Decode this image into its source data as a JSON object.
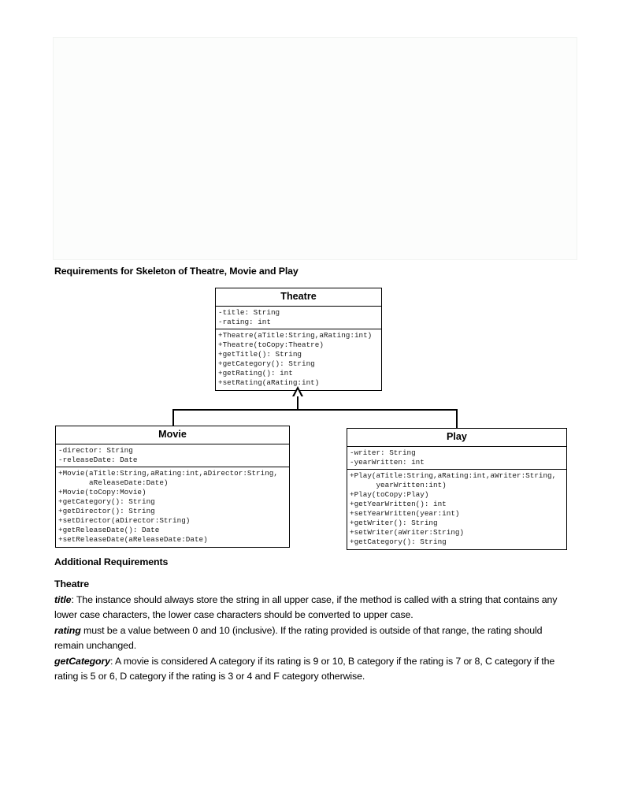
{
  "document": {
    "heading": "Requirements for Skeleton of Theatre, Movie and Play",
    "additional_heading": "Additional Requirements",
    "theatre_subheading": "Theatre"
  },
  "diagram": {
    "type": "uml-class-diagram",
    "relationship": "generalization",
    "classes": {
      "theatre": {
        "name": "Theatre",
        "attributes": [
          "-title: String",
          "-rating: int"
        ],
        "methods": [
          "+Theatre(aTitle:String,aRating:int)",
          "+Theatre(toCopy:Theatre)",
          "+getTitle(): String",
          "+getCategory(): String",
          "+getRating(): int",
          "+setRating(aRating:int)"
        ]
      },
      "movie": {
        "name": "Movie",
        "attributes": [
          "-director: String",
          "-releaseDate: Date"
        ],
        "methods": [
          "+Movie(aTitle:String,aRating:int,aDirector:String,",
          "       aReleaseDate:Date)",
          "+Movie(toCopy:Movie)",
          "+getCategory(): String",
          "+getDirector(): String",
          "+setDirector(aDirector:String)",
          "+getReleaseDate(): Date",
          "+setReleaseDate(aReleaseDate:Date)"
        ]
      },
      "play": {
        "name": "Play",
        "attributes": [
          "-writer: String",
          "-yearWritten: int"
        ],
        "methods": [
          "+Play(aTitle:String,aRating:int,aWriter:String,",
          "      yearWritten:int)",
          "+Play(toCopy:Play)",
          "+getYearWritten(): int",
          "+setYearWritten(year:int)",
          "+getWriter(): String",
          "+setWriter(aWriter:String)",
          "+getCategory(): String"
        ]
      }
    }
  },
  "requirements": {
    "title": {
      "term": "title",
      "separator": ": ",
      "text": "The instance should always store the string in all upper case, if the method is called with a string that contains any lower case characters, the lower case characters should be converted to upper case."
    },
    "rating": {
      "term": "rating",
      "separator": " ",
      "text": "must be a value between 0 and 10 (inclusive). If the rating provided is outside of that range, the rating should remain unchanged."
    },
    "getCategory": {
      "term": "getCategory",
      "separator": ": ",
      "text": "A movie is considered A category if its rating is 9 or 10, B category if the rating is 7 or 8, C category if the rating is 5 or 6, D category if the rating is 3 or 4 and F category otherwise."
    }
  }
}
